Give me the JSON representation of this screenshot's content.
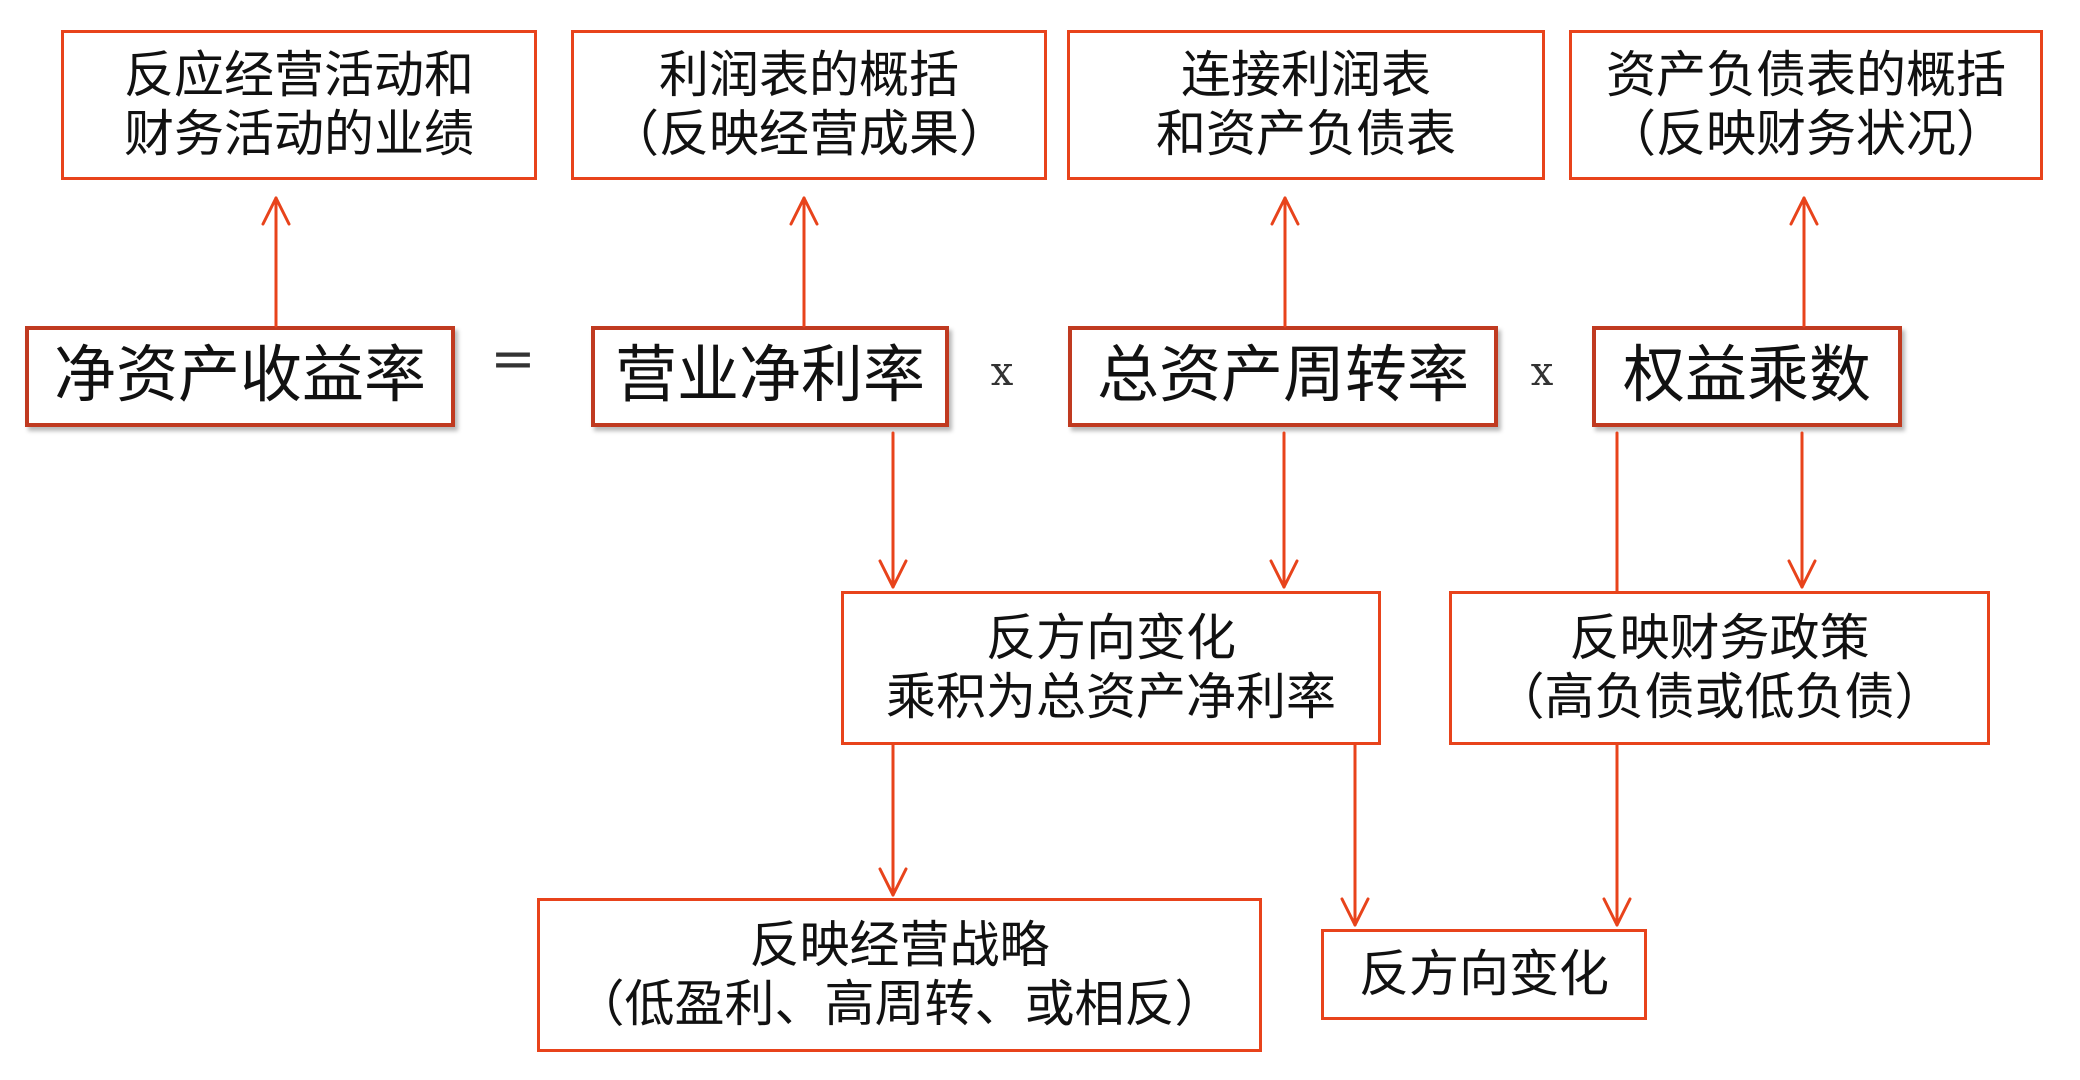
{
  "diagram": {
    "line_color": "#e8431b",
    "main_border_color": "#c03a20",
    "text_color": "#111111",
    "top_boxes": {
      "performance": [
        "反应经营活动和",
        "财务活动的业绩"
      ],
      "income_statement": [
        "利润表的概括",
        "（反映经营成果）"
      ],
      "link_statements": [
        "连接利润表",
        "和资产负债表"
      ],
      "balance_sheet": [
        "资产负债表的概括",
        "（反映财务状况）"
      ]
    },
    "formula": {
      "roe": "净资产收益率",
      "equals": "=",
      "net_margin": "营业净利率",
      "multiply_1": "x",
      "asset_turnover": "总资产周转率",
      "multiply_2": "x",
      "equity_multiplier": "权益乘数"
    },
    "middle_boxes": {
      "inverse_product": [
        "反方向变化",
        "乘积为总资产净利率"
      ],
      "financial_policy": [
        "反映财务政策",
        "（高负债或低负债）"
      ]
    },
    "bottom_boxes": {
      "operating_strategy": [
        "反映经营战略",
        "（低盈利、高周转、或相反）"
      ],
      "inverse_change": [
        "反方向变化"
      ]
    }
  }
}
